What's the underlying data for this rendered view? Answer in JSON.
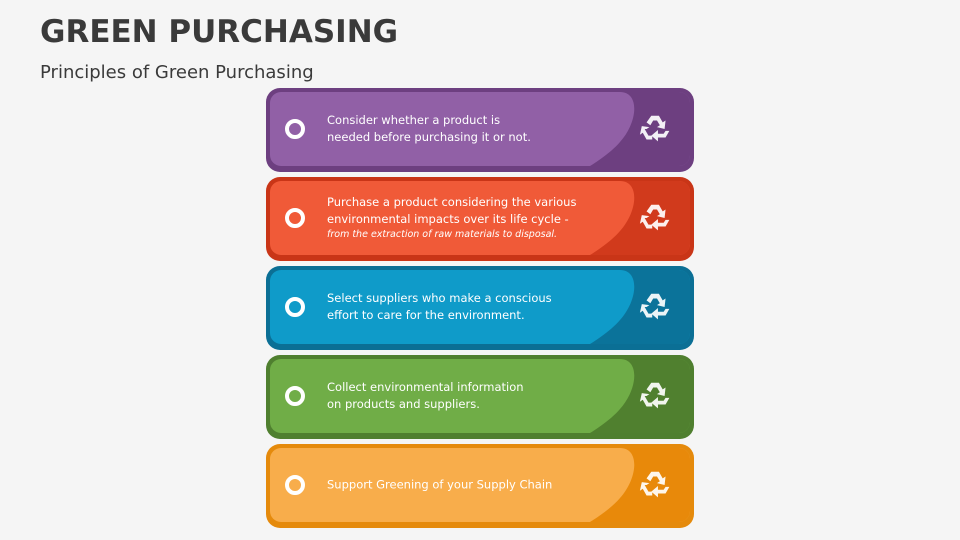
{
  "header": {
    "title": "GREEN PURCHASING",
    "subtitle": "Principles of Green Purchasing"
  },
  "cards": [
    {
      "lines": [
        "Consider whether a product is",
        "needed before purchasing it or not."
      ],
      "italic": "",
      "colors": {
        "border": "#6d3f80",
        "fill": "#9160a6",
        "wave": "#6d3f80"
      },
      "icon": "recycle-icon"
    },
    {
      "lines": [
        "Purchase a product considering the various",
        "environmental impacts over its life cycle -"
      ],
      "italic": "from the extraction of raw materials to disposal.",
      "colors": {
        "border": "#c93517",
        "fill": "#f05a38",
        "wave": "#d13a1c"
      },
      "icon": "recycle-icon"
    },
    {
      "lines": [
        "Select suppliers who make a conscious",
        "effort to care for the environment."
      ],
      "italic": "",
      "colors": {
        "border": "#0b6f95",
        "fill": "#0f9bc9",
        "wave": "#0b739a"
      },
      "icon": "recycle-icon"
    },
    {
      "lines": [
        "Collect environmental information",
        "on products and suppliers."
      ],
      "italic": "",
      "colors": {
        "border": "#4f7f2f",
        "fill": "#70ad47",
        "wave": "#50802f"
      },
      "icon": "recycle-icon"
    },
    {
      "lines": [
        "Support Greening of your Supply Chain"
      ],
      "italic": "",
      "colors": {
        "border": "#e58a0c",
        "fill": "#f8ad4b",
        "wave": "#e8890a"
      },
      "icon": "recycle-icon"
    }
  ]
}
